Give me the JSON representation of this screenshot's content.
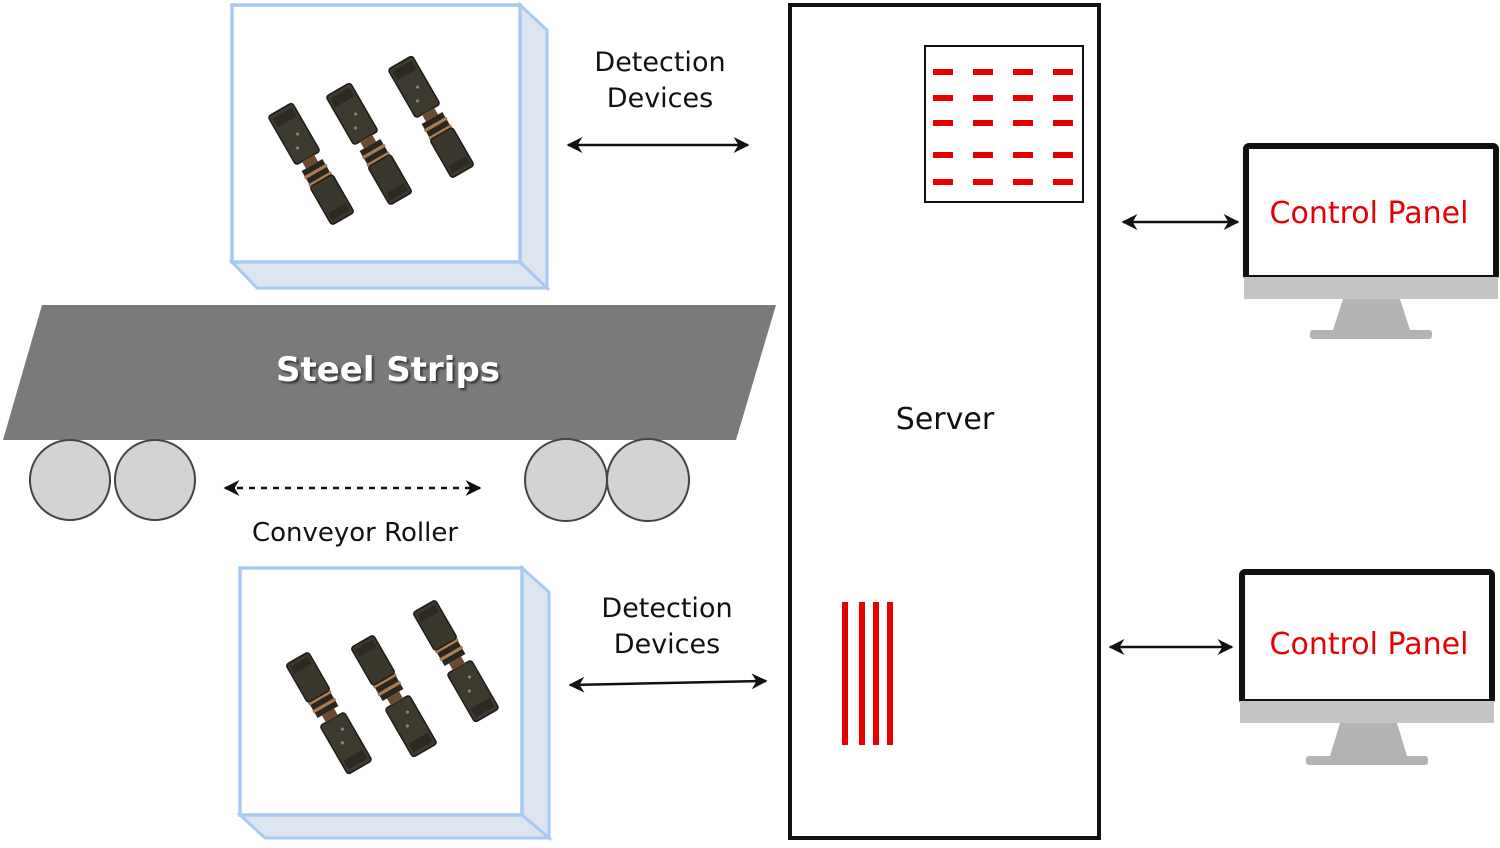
{
  "colors": {
    "box_border": "#a9c8f2",
    "box_depth": "#dde6f0",
    "strip": "#7a7a7a",
    "roller_fill": "#d3d3d3",
    "roller_stroke": "#444444",
    "red_accent": "#e60000",
    "monitor_frame": "#111111",
    "monitor_stand": "#b3b3b3",
    "arrow": "#111111",
    "device_body": "#3d3a30"
  },
  "detection_top": {
    "line1": "Detection",
    "line2": "Devices",
    "icon": "camera-array-icon"
  },
  "detection_bottom": {
    "line1": "Detection",
    "line2": "Devices",
    "icon": "camera-array-icon"
  },
  "strip": {
    "label": "Steel Strips"
  },
  "roller": {
    "label": "Conveyor Roller",
    "icon": "roller-icon"
  },
  "server": {
    "label": "Server",
    "icon": "server-icon"
  },
  "panel_top": {
    "label": "Control Panel",
    "icon": "monitor-icon"
  },
  "panel_bottom": {
    "label": "Control Panel",
    "icon": "monitor-icon"
  }
}
